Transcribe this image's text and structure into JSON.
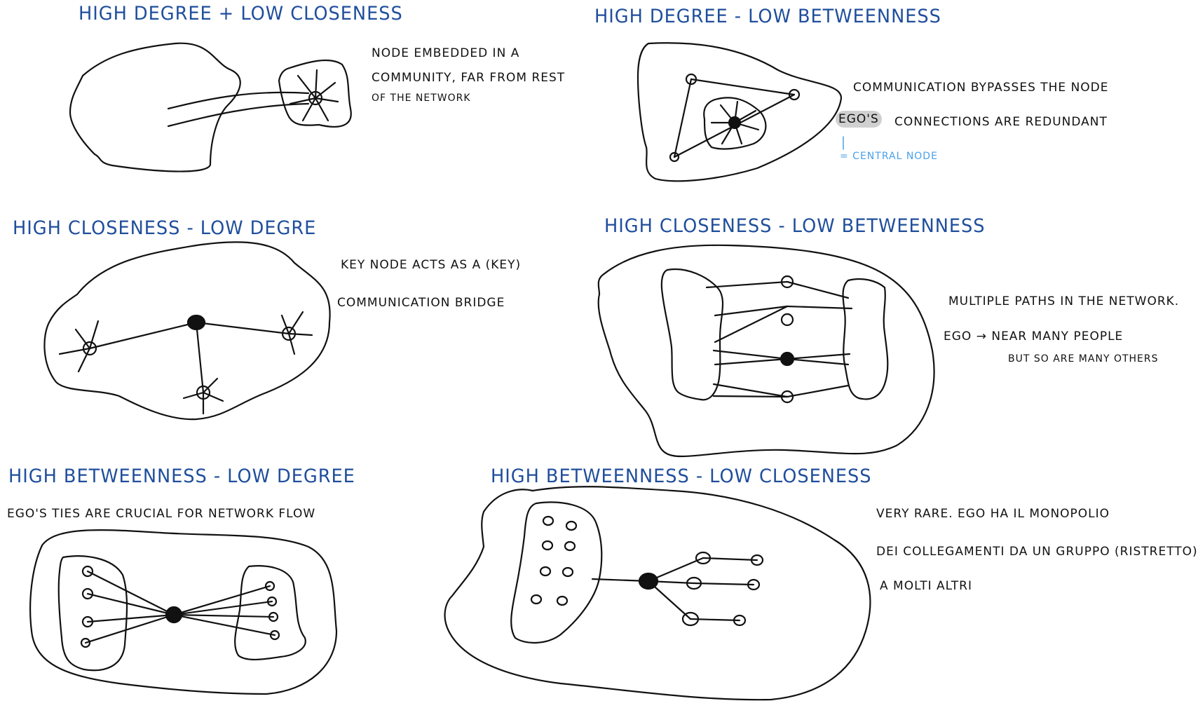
{
  "panels": {
    "p1": {
      "title": "HIGH DEGREE + LOW CLOSENESS",
      "notes": [
        "NODE EMBEDDED IN A",
        "COMMUNITY, FAR FROM REST",
        "OF THE NETWORK"
      ]
    },
    "p2": {
      "title": "HIGH DEGREE - LOW BETWEENNESS",
      "notes": [
        "COMMUNICATION BYPASSES THE NODE",
        "CONNECTIONS ARE REDUNDANT"
      ],
      "ego": "EGO'S",
      "annotation": "= CENTRAL NODE"
    },
    "p3": {
      "title": "HIGH CLOSENESS - LOW DEGRE",
      "notes": [
        "KEY NODE ACTS AS A (KEY)",
        "COMMUNICATION BRIDGE"
      ]
    },
    "p4": {
      "title": "HIGH CLOSENESS - LOW BETWEENNESS",
      "notes": [
        "MULTIPLE PATHS IN THE NETWORK.",
        "EGO → NEAR MANY PEOPLE",
        "BUT SO ARE MANY OTHERS"
      ]
    },
    "p5": {
      "title": "HIGH BETWEENNESS - LOW DEGREE",
      "notes": [
        "EGO'S TIES ARE CRUCIAL FOR NETWORK FLOW"
      ]
    },
    "p6": {
      "title": "HIGH BETWEENNESS - LOW CLOSENESS",
      "notes": [
        "VERY RARE. EGO HA IL MONOPOLIO",
        "DEI COLLEGAMENTI DA UN GRUPPO (RISTRETTO)",
        "A MOLTI ALTRI"
      ]
    }
  },
  "colors": {
    "title": "#1f4e9c",
    "ink": "#111111",
    "annotation": "#4aa0e8",
    "highlight": "#d0d0d0"
  }
}
